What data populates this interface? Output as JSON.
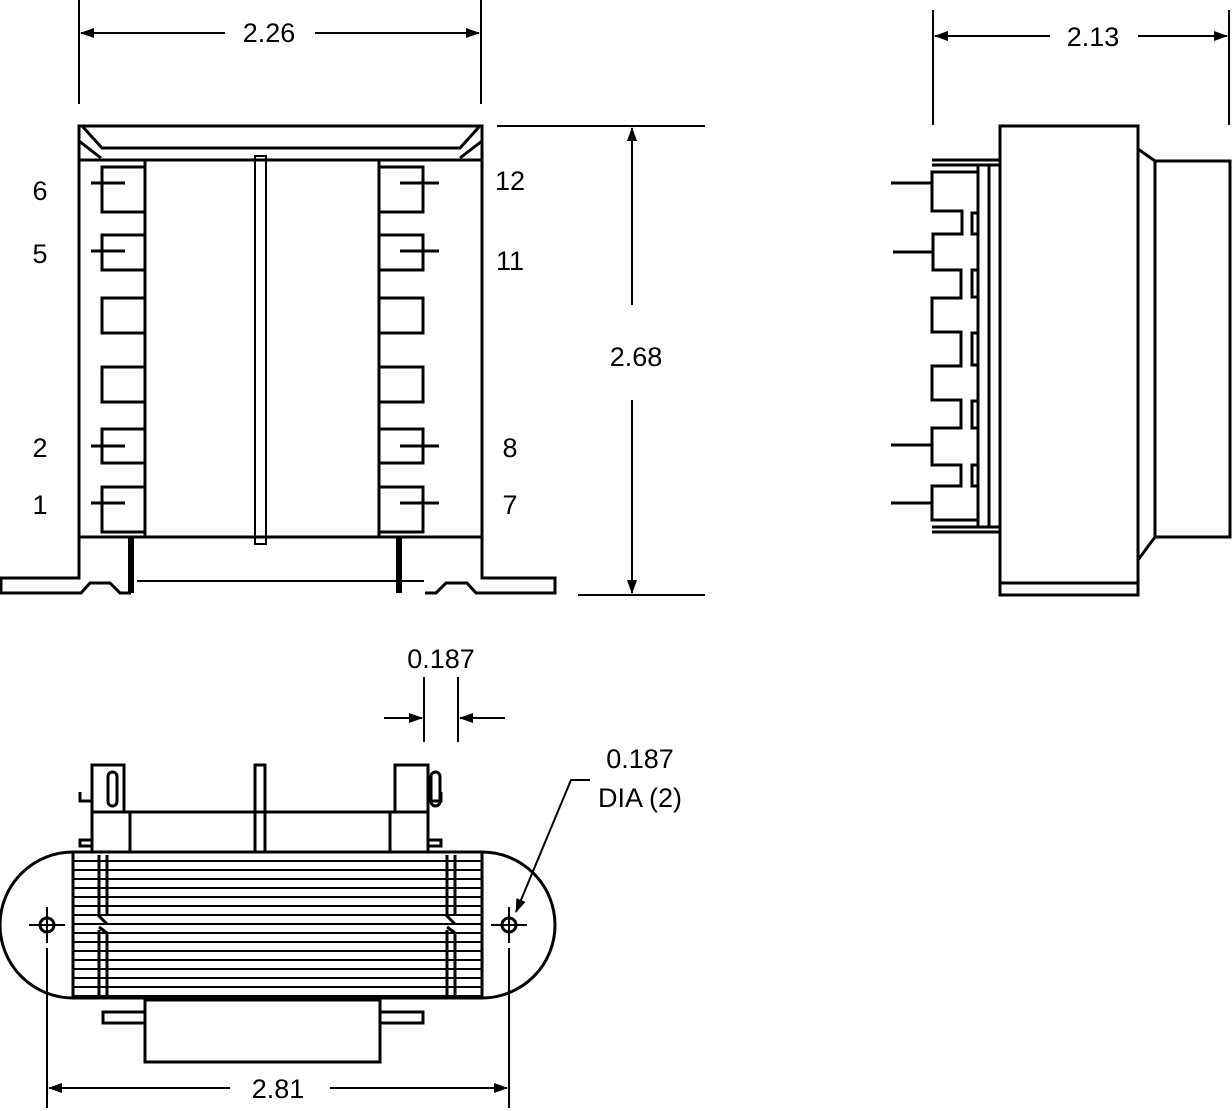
{
  "drawing": {
    "front_view": {
      "width_dim": "2.26",
      "height_dim": "2.68",
      "pin_labels_left": [
        "6",
        "5",
        "2",
        "1"
      ],
      "pin_labels_right": [
        "12",
        "11",
        "8",
        "7"
      ]
    },
    "side_view": {
      "depth_dim": "2.13"
    },
    "bottom_view": {
      "slot_width_dim": "0.187",
      "hole_dim": "0.187",
      "hole_note": "DIA (2)",
      "mounting_span_dim": "2.81"
    }
  }
}
